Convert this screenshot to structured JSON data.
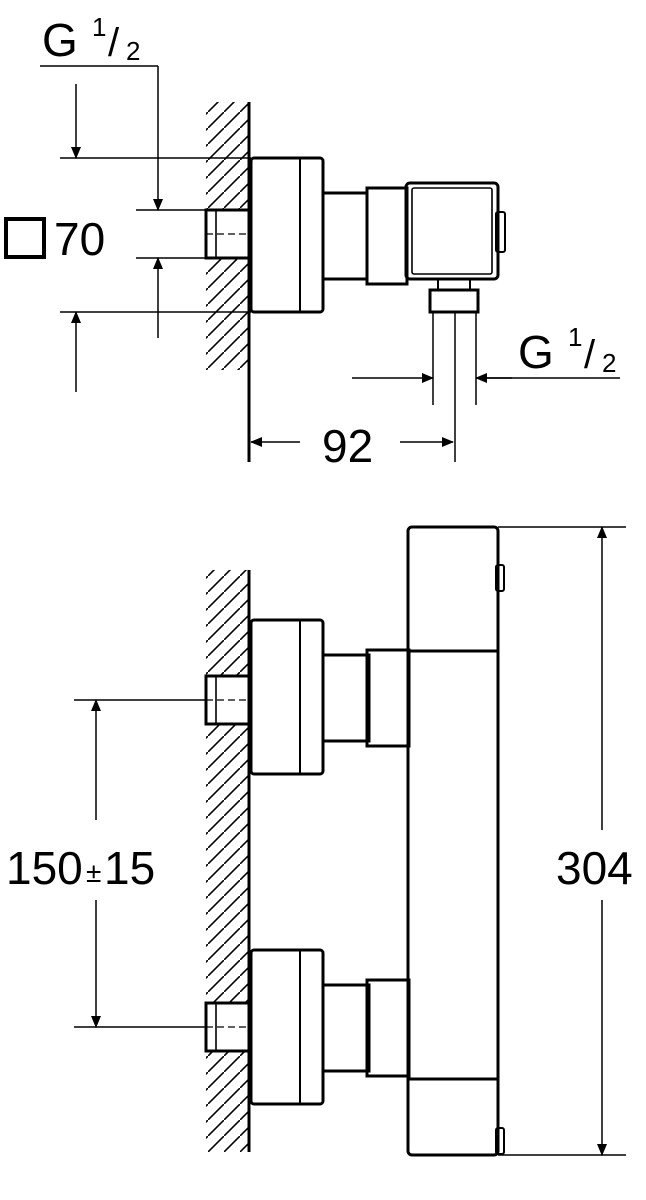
{
  "side_view": {
    "top_thread": {
      "main": "G",
      "num": "1",
      "slash": "/",
      "den": "2"
    },
    "square_size": "70",
    "outlet_thread": {
      "main": "G",
      "num": "1",
      "slash": "/",
      "den": "2"
    },
    "depth": "92"
  },
  "front_view": {
    "inlet_spacing": {
      "value": "150",
      "pm": "±",
      "tol": "15"
    },
    "height": "304"
  }
}
